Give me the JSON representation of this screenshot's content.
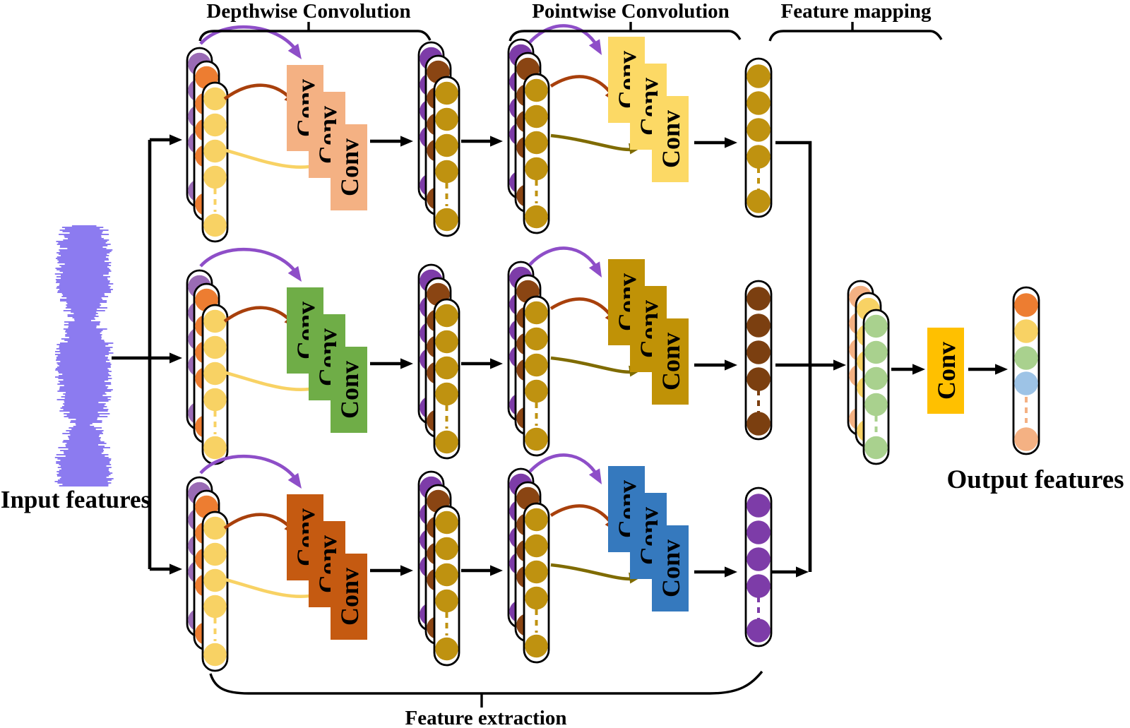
{
  "title_labels": {
    "depthwise": "Depthwise Convolution",
    "pointwise": "Pointwise Convolution",
    "feature_mapping": "Feature mapping",
    "feature_extraction": "Feature extraction"
  },
  "io_labels": {
    "input": "Input features",
    "output": "Output features"
  },
  "conv_label": "Conv",
  "colors": {
    "waveform": "#7B68EE",
    "arrow_black": "#000000",
    "pill_fill": "#FFFFFF",
    "pill_stroke": "#000000",
    "input_stack": [
      "#9A6BB5",
      "#ED7D31",
      "#F8D264"
    ],
    "mid_stack": [
      "#7D3CA8",
      "#8A4513",
      "#BF9210"
    ],
    "merged_stack": [
      "#F4B183",
      "#F8D264",
      "#A9D18E"
    ],
    "feature_mapping_box": "#FFC000",
    "final_circles": [
      "#ED7D31",
      "#F8D264",
      "#A9D18E",
      "#9DC3E6",
      "#F4B183"
    ],
    "final_dash": "#F4B183"
  },
  "pill_pattern": {
    "circles_before_dashes": 4,
    "dashes": 3,
    "circles_after_dashes": 1
  },
  "rows": [
    {
      "name": "top",
      "depthwise_box_color": "#F4B183",
      "pointwise_box_color": "#FCD965",
      "output_circle_color": "#BF9210",
      "depthwise_arrow_colors": [
        "#8E4EC8",
        "#A8400C",
        "#F8D264"
      ],
      "pointwise_arrow_colors": [
        "#8E4EC8",
        "#A8400C",
        "#7F6B00"
      ]
    },
    {
      "name": "middle",
      "depthwise_box_color": "#6FAD47",
      "pointwise_box_color": "#C09206",
      "output_circle_color": "#7B3F10",
      "depthwise_arrow_colors": [
        "#8E4EC8",
        "#A8400C",
        "#F8D264"
      ],
      "pointwise_arrow_colors": [
        "#8E4EC8",
        "#A8400C",
        "#7F6B00"
      ]
    },
    {
      "name": "bottom",
      "depthwise_box_color": "#C55A11",
      "pointwise_box_color": "#3579BE",
      "output_circle_color": "#7D3CA8",
      "depthwise_arrow_colors": [
        "#8E4EC8",
        "#A8400C",
        "#F8D264"
      ],
      "pointwise_arrow_colors": [
        "#8E4EC8",
        "#A8400C",
        "#7F6B00"
      ]
    }
  ]
}
